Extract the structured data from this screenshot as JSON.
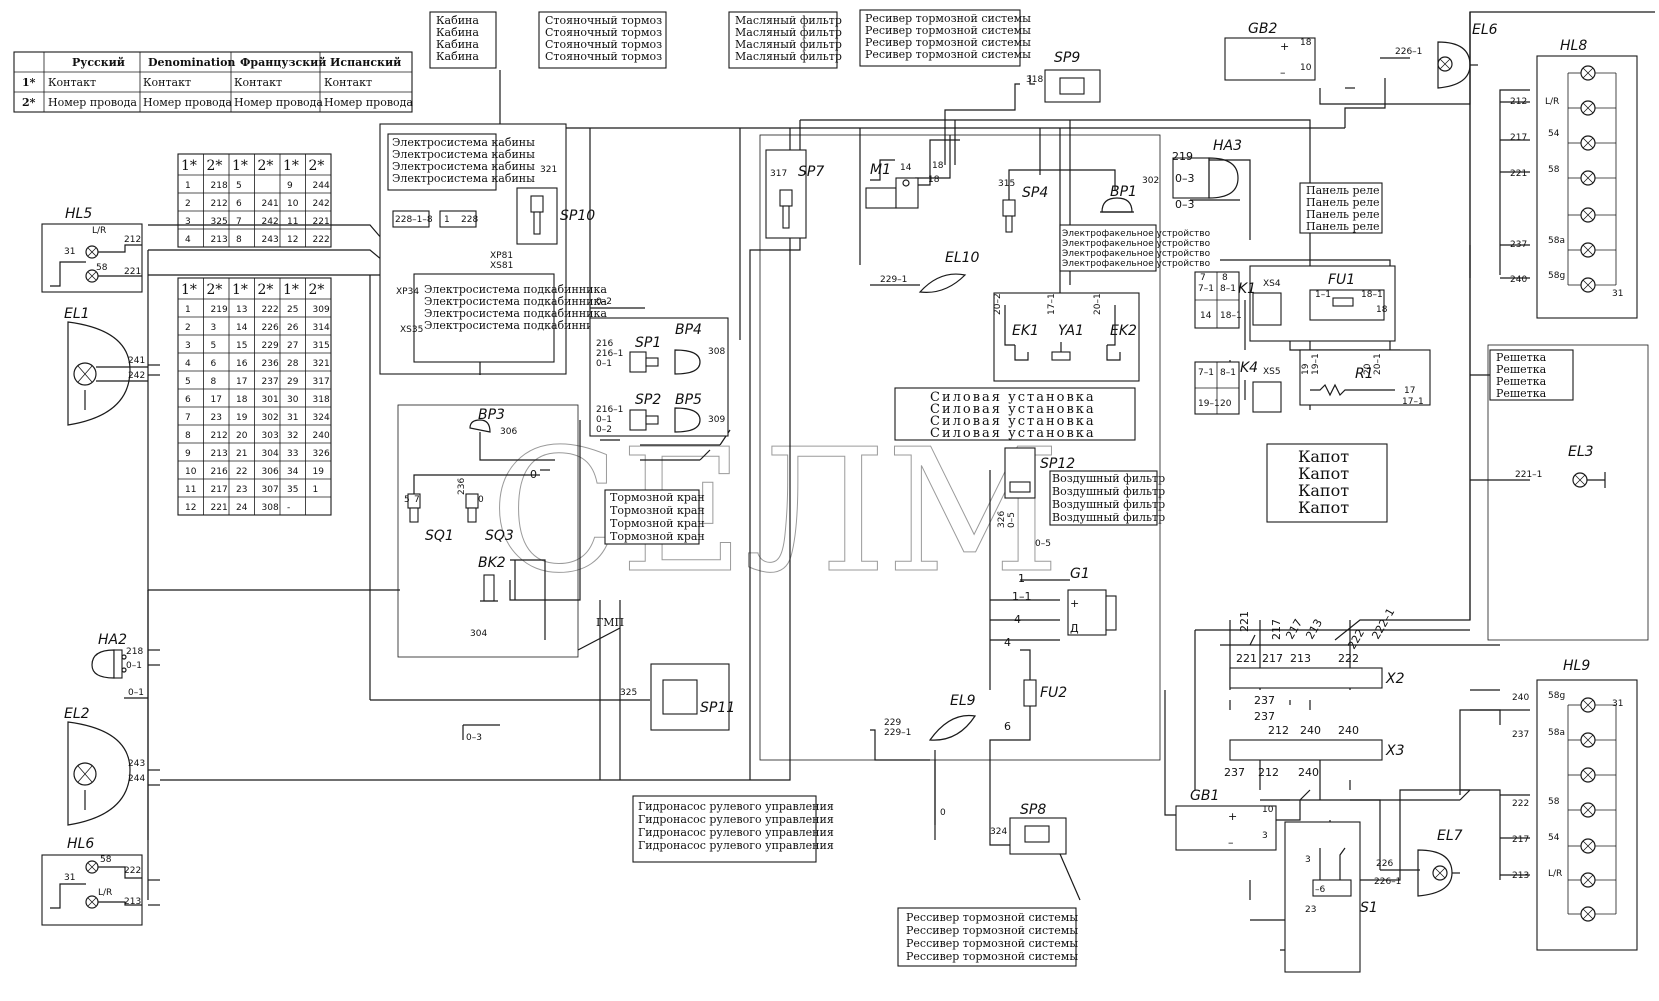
{
  "watermark": "СЕЛМ",
  "legend": {
    "headers": [
      "",
      "Русский",
      "Denomination",
      "Французский",
      "Испанский"
    ],
    "rows": [
      [
        "1*",
        "Контакт",
        "Контакт",
        "Контакт",
        "Контакт"
      ],
      [
        "2*",
        "Номер провода",
        "Номер провода",
        "Номер провода",
        "Номер провода"
      ]
    ]
  },
  "xs_tables": {
    "header": [
      "1*",
      "2*",
      "1*",
      "2*",
      "1*",
      "2*"
    ],
    "table1": [
      [
        "1",
        "218",
        "5",
        "",
        "9",
        "244"
      ],
      [
        "2",
        "212",
        "6",
        "241",
        "10",
        "242"
      ],
      [
        "3",
        "325",
        "7",
        "242",
        "11",
        "221"
      ],
      [
        "4",
        "213",
        "8",
        "243",
        "12",
        "222"
      ]
    ],
    "table2": [
      [
        "1",
        "219",
        "13",
        "222",
        "25",
        "309"
      ],
      [
        "2",
        "3",
        "14",
        "226",
        "26",
        "314"
      ],
      [
        "3",
        "5",
        "15",
        "229",
        "27",
        "315"
      ],
      [
        "4",
        "6",
        "16",
        "236",
        "28",
        "321"
      ],
      [
        "5",
        "8",
        "17",
        "237",
        "29",
        "317"
      ],
      [
        "6",
        "17",
        "18",
        "301",
        "30",
        "318"
      ],
      [
        "7",
        "23",
        "19",
        "302",
        "31",
        "324"
      ],
      [
        "8",
        "212",
        "20",
        "303",
        "32",
        "240"
      ],
      [
        "9",
        "213",
        "21",
        "304",
        "33",
        "326"
      ],
      [
        "10",
        "216",
        "22",
        "306",
        "34",
        "19"
      ],
      [
        "11",
        "217",
        "23",
        "307",
        "35",
        "1"
      ],
      [
        "12",
        "221",
        "24",
        "308",
        "-",
        ""
      ]
    ]
  },
  "labels": {
    "cab": [
      "Кабина",
      "Кабина",
      "Кабина",
      "Кабина"
    ],
    "parking_brake": [
      "Стояночный тормоз",
      "Стояночный тормоз",
      "Стояночный тормоз",
      "Стояночный тормоз"
    ],
    "oil_filter": [
      "Масляный фильтр",
      "Масляный фильтр",
      "Масляный фильтр",
      "Масляный фильтр"
    ],
    "brake_receiver_top": [
      "Ресивер тормозной системы",
      "Ресивер тормозной системы",
      "Ресивер тормозной системы",
      "Ресивер тормозной системы"
    ],
    "cab_electrics": [
      "Электросистема кабины",
      "Электросистема кабины",
      "Электросистема кабины",
      "Электросистема кабины"
    ],
    "subcab_electrics": [
      "Электросистема подкабинника",
      "Электросистема подкабинника",
      "Электросистема подкабинника",
      "Электросистема подкабинника"
    ],
    "relay_panel": [
      "Панель реле",
      "Панель реле",
      "Панель реле",
      "Панель реле"
    ],
    "flare_device": [
      "Электрофакельное устройство",
      "Электрофакельное устройство",
      "Электрофакельное устройство",
      "Электрофакельное устройство"
    ],
    "power_unit": [
      "Силовая установка",
      "Силовая установка",
      "Силовая установка",
      "Силовая установка"
    ],
    "grille": [
      "Решетка",
      "Решетка",
      "Решетка",
      "Решетка"
    ],
    "air_filter": [
      "Воздушный фильтр",
      "Воздушный фильтр",
      "Воздушный фильтр",
      "Воздушный фильтр"
    ],
    "brake_valve": [
      "Тормозной кран",
      "Тормозной кран",
      "Тормозной кран",
      "Тормозной кран"
    ],
    "hood": [
      "Капот",
      "Капот",
      "Капот",
      "Капот"
    ],
    "steering_pump": [
      "Гидронасос рулевого управления",
      "Гидронасос рулевого управления",
      "Гидронасос рулевого управления",
      "Гидронасос рулевого управления"
    ],
    "brake_receiver_bottom": [
      "Рессивер тормозной системы",
      "Рессивер тормозной системы",
      "Рессивер тормозной системы",
      "Рессивер тормозной системы"
    ],
    "gmp": "ГМП"
  },
  "components": {
    "hl5": "HL5",
    "el1": "EL1",
    "ha2": "HA2",
    "el2": "EL2",
    "hl6": "HL6",
    "sp10": "SP10",
    "sp7": "SP7",
    "sp9": "SP9",
    "m1": "M1",
    "sp4": "SP4",
    "bp1": "BP1",
    "gb2": "GB2",
    "el6": "EL6",
    "hl8": "HL8",
    "ha3": "HA3",
    "el10": "EL10",
    "ek1": "EK1",
    "ya1": "YA1",
    "ek2": "EK2",
    "k1": "K1",
    "fu1": "FU1",
    "k4": "K4",
    "r1": "R1",
    "sp1": "SP1",
    "bp4": "BP4",
    "sp2": "SP2",
    "bp5": "BP5",
    "bp3": "BP3",
    "sq1": "SQ1",
    "sq3": "SQ3",
    "bk2": "BK2",
    "sp12": "SP12",
    "g1": "G1",
    "fu2": "FU2",
    "el9": "EL9",
    "sp11": "SP11",
    "sp8": "SP8",
    "el3": "EL3",
    "x2": "X2",
    "x3": "X3",
    "hl9": "HL9",
    "gb1": "GB1",
    "el7": "EL7",
    "s1": "S1",
    "xp81": "XP81",
    "xs81": "XS81",
    "xp34": "XP34",
    "xs35": "XS35",
    "xs4": "XS4",
    "xs5": "XS5"
  },
  "wires": {
    "w212": "212",
    "w221": "221",
    "w31": "31",
    "w58": "58",
    "wlr": "L/R",
    "w241": "241",
    "w242": "242",
    "w218": "218",
    "w01": "0–1",
    "w243": "243",
    "w244": "244",
    "w222": "222",
    "w213": "213",
    "w321": "321",
    "w317": "317",
    "w318": "318",
    "w14": "14",
    "w18": "18",
    "w315": "315",
    "w302": "302",
    "w2261": "226–1",
    "w10": "10",
    "w217": "217",
    "w54": "54",
    "w237": "237",
    "w240": "240",
    "w58a": "58a",
    "w58g": "58g",
    "w219": "219",
    "w03": "0–3",
    "w2291": "229–1",
    "w202": "20–2",
    "w171": "17–1",
    "w201": "20–1",
    "w71": "7–1",
    "w81": "8–1",
    "w7": "7",
    "w8": "8",
    "w14b": "14",
    "w181": "18–1",
    "w11": "1–1",
    "w191": "19–1",
    "w20": "20",
    "w19": "19",
    "w17": "17",
    "w2281": "228–1–8",
    "w1": "1",
    "w228": "228",
    "w02": "0–2",
    "w216": "216",
    "w2161": "216–1",
    "w308": "308",
    "w309": "309",
    "w306": "306",
    "w5": "5",
    "w236": "236",
    "w0": "0",
    "w304": "304",
    "w326": "326",
    "w05": "0–5",
    "w4": "4",
    "w6": "6",
    "w229": "229",
    "w325": "325",
    "w324": "324",
    "w2211": "221–1",
    "w213b": "213",
    "w2221": "222–1",
    "w3": "3",
    "w23": "23",
    "w226": "226",
    "wminus6": "–6",
    "plus": "+",
    "minus": "–",
    "dd": "Д",
    "dd2": "+"
  }
}
